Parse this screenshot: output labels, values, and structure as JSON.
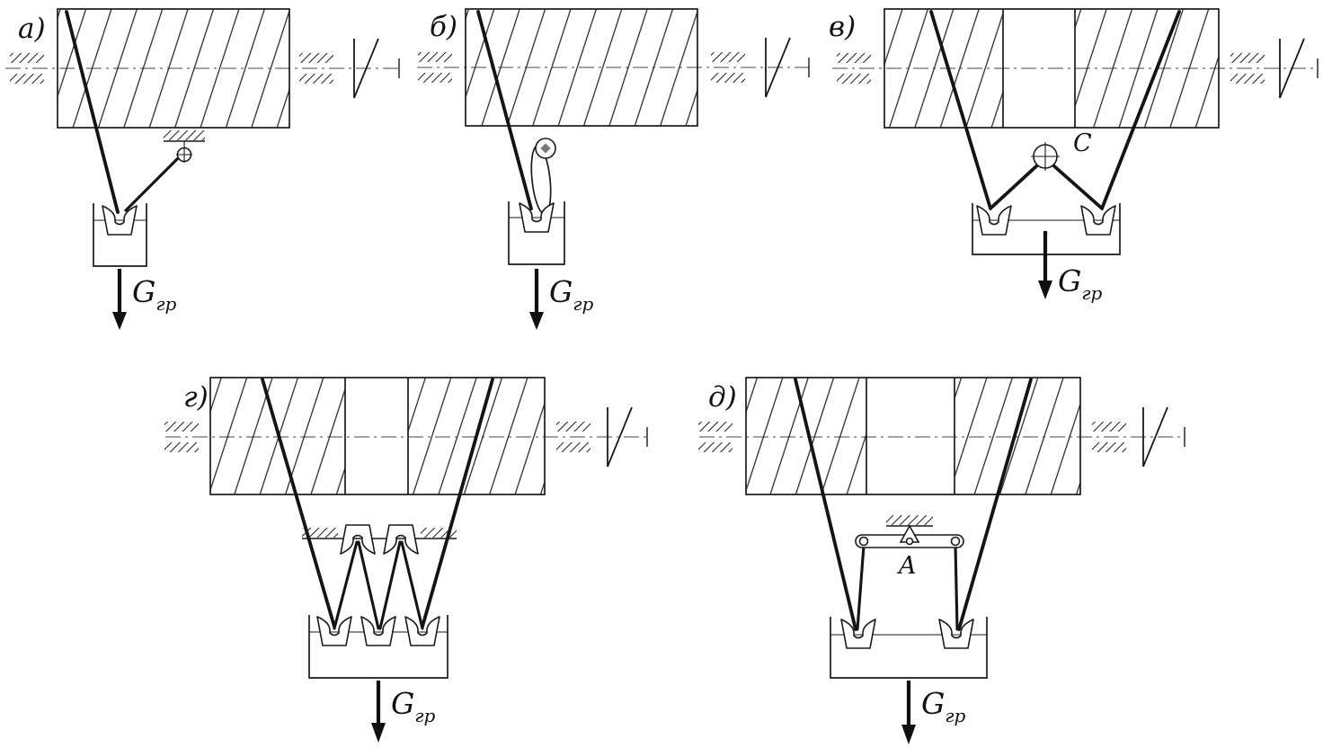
{
  "figure": {
    "background_color": "#ffffff",
    "line_color": "#1a1a1a",
    "rope_color": "#141414",
    "load_label": {
      "symbol": "G",
      "subscript": "гр"
    },
    "diagrams": [
      {
        "id": "a",
        "label": "а)"
      },
      {
        "id": "b",
        "label": "б)"
      },
      {
        "id": "v",
        "label": "в)",
        "point_label": "C"
      },
      {
        "id": "g",
        "label": "г)"
      },
      {
        "id": "d",
        "label": "д)",
        "point_label": "A"
      }
    ]
  }
}
